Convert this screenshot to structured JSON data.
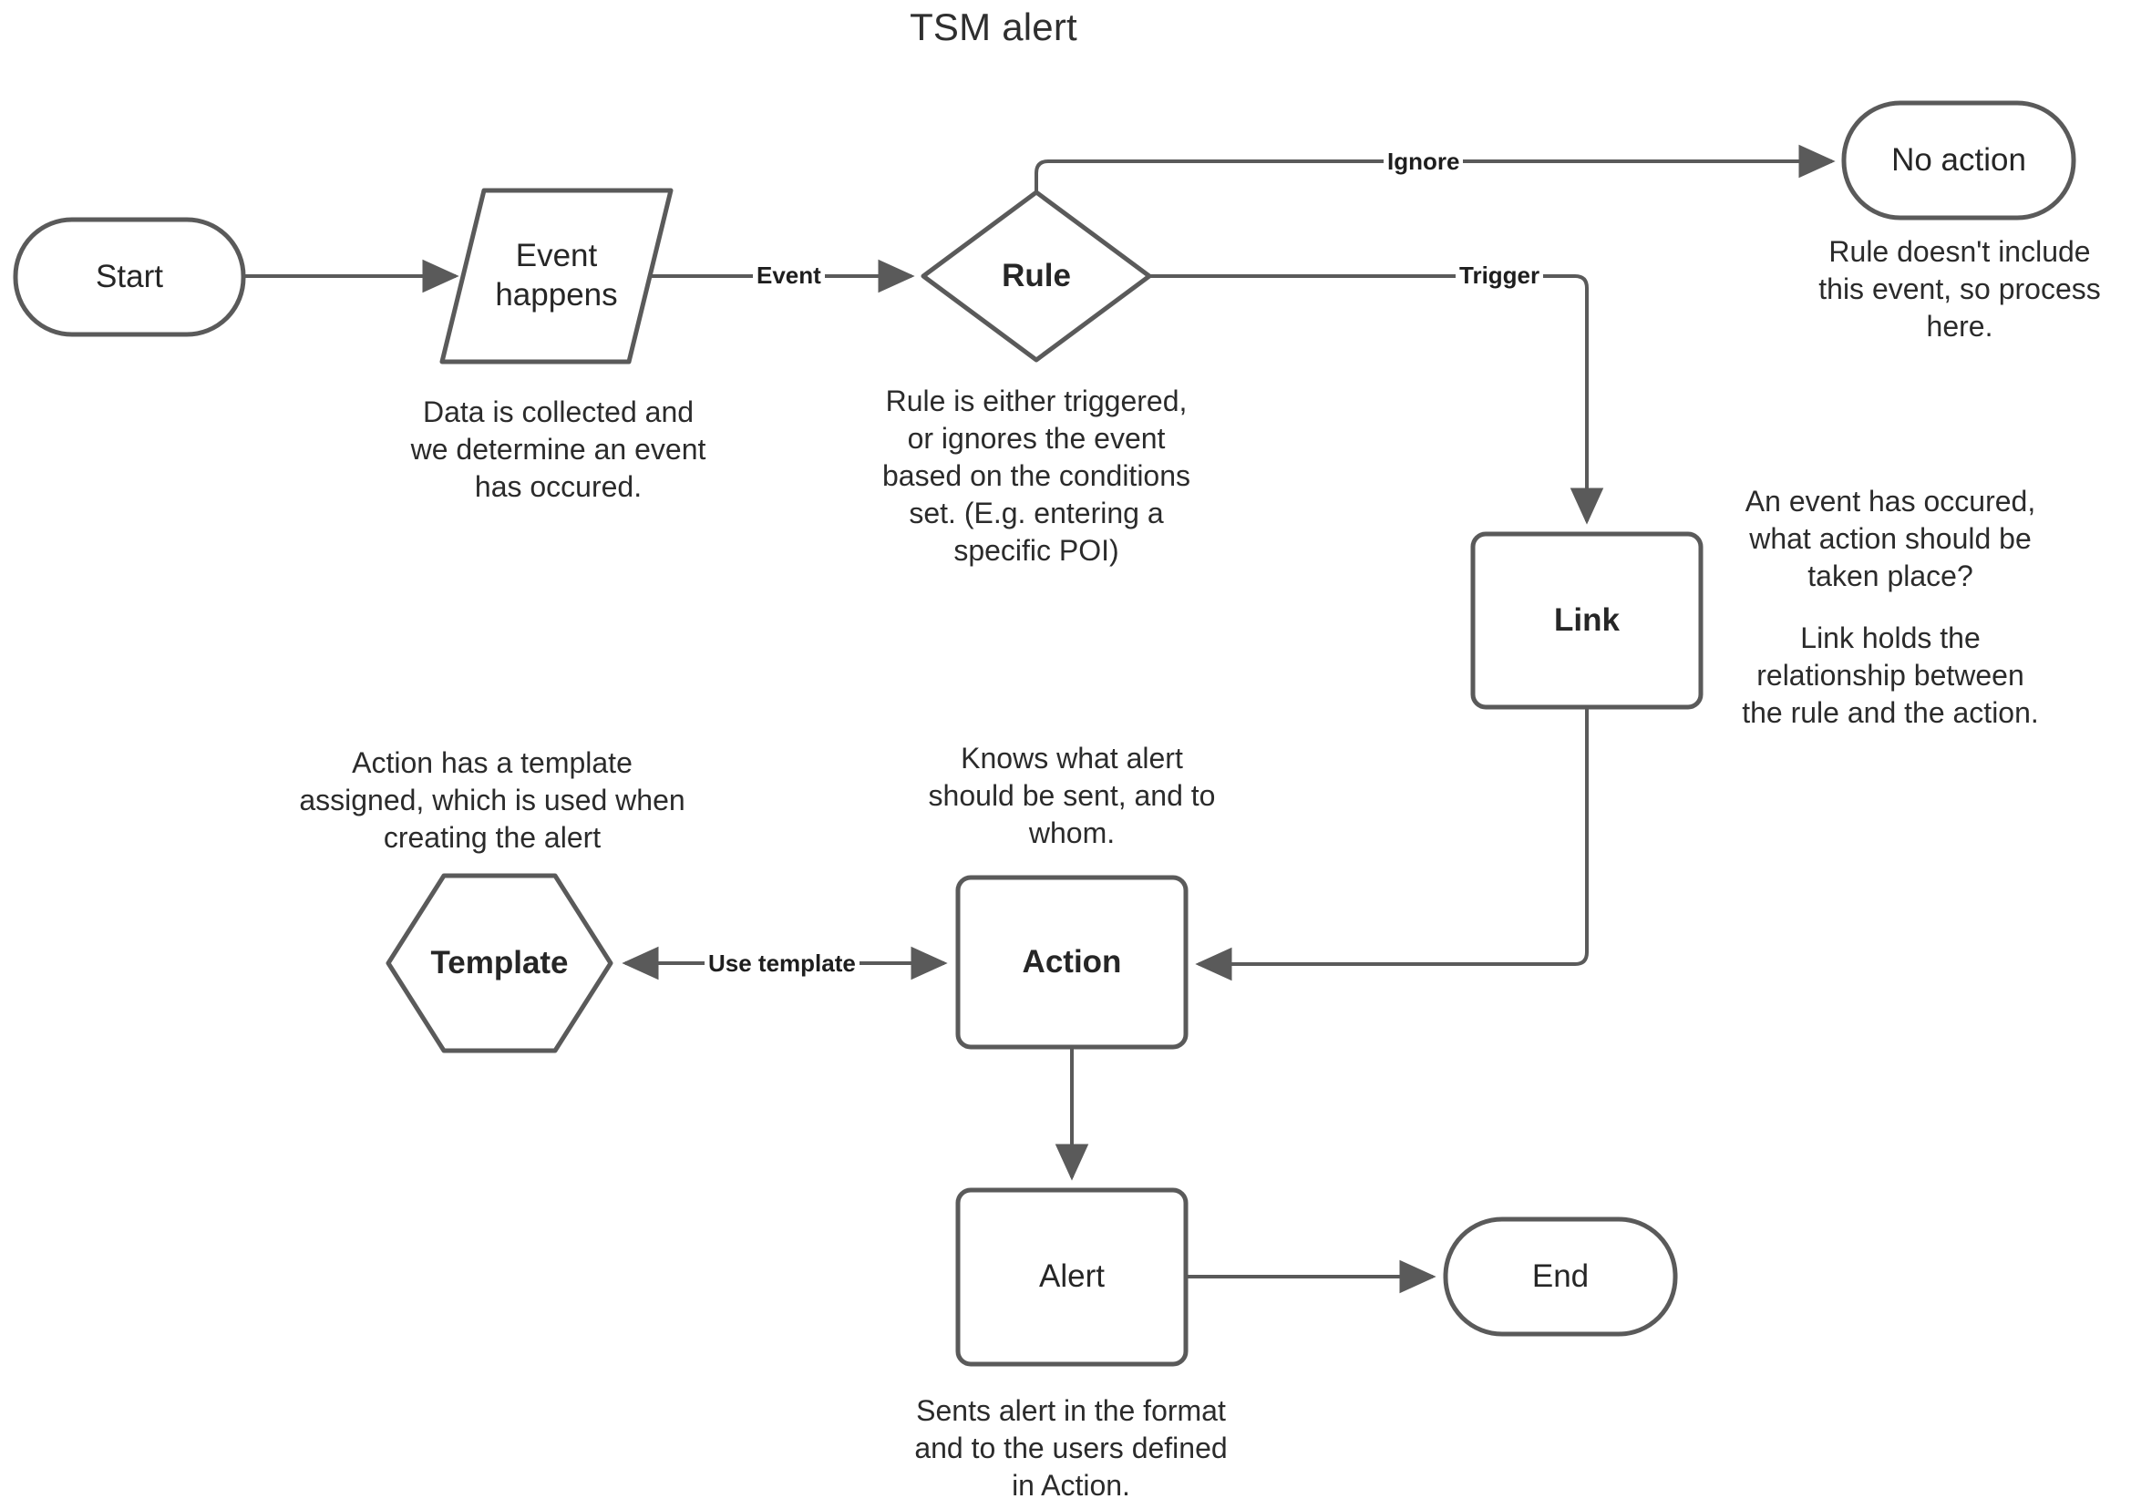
{
  "diagram": {
    "title": "TSM alert",
    "stroke_color": "#5a5a5a",
    "text_color": "#262626",
    "background": "#ffffff",
    "nodes": [
      {
        "id": "start",
        "label": "Start",
        "shape": "stadium"
      },
      {
        "id": "event-happens",
        "label": "Event\nhappens",
        "shape": "parallelogram"
      },
      {
        "id": "rule",
        "label": "Rule",
        "shape": "diamond"
      },
      {
        "id": "no-action",
        "label": "No action",
        "shape": "stadium"
      },
      {
        "id": "link",
        "label": "Link",
        "shape": "rounded-rect"
      },
      {
        "id": "template",
        "label": "Template",
        "shape": "hexagon"
      },
      {
        "id": "action",
        "label": "Action",
        "shape": "rounded-rect"
      },
      {
        "id": "alert",
        "label": "Alert",
        "shape": "rounded-rect"
      },
      {
        "id": "end",
        "label": "End",
        "shape": "stadium"
      }
    ],
    "edges": [
      {
        "id": "start-to-event",
        "label": ""
      },
      {
        "id": "event-to-rule",
        "label": "Event"
      },
      {
        "id": "rule-to-no-action",
        "label": "Ignore"
      },
      {
        "id": "rule-to-link",
        "label": "Trigger"
      },
      {
        "id": "link-to-action",
        "label": ""
      },
      {
        "id": "template-action",
        "label": "Use template"
      },
      {
        "id": "action-to-alert",
        "label": ""
      },
      {
        "id": "alert-to-end",
        "label": ""
      }
    ],
    "captions": {
      "event_happens": "Data is collected and\nwe determine an event\nhas occured.",
      "rule": "Rule is either triggered,\nor ignores the event\nbased on the conditions\nset. (E.g. entering a\nspecific POI)",
      "no_action": "Rule doesn't include\nthis event, so process\nhere.",
      "link": "An event has occured,\nwhat action should be\ntaken place?",
      "link_secondary": "Link holds the\nrelationship between\nthe rule and the action.",
      "template": "Action has a template\nassigned, which is used when\ncreating the alert",
      "action": "Knows what alert\nshould be sent, and to\nwhom.",
      "alert": "Sents alert in the format\nand to the users defined\nin Action."
    }
  }
}
